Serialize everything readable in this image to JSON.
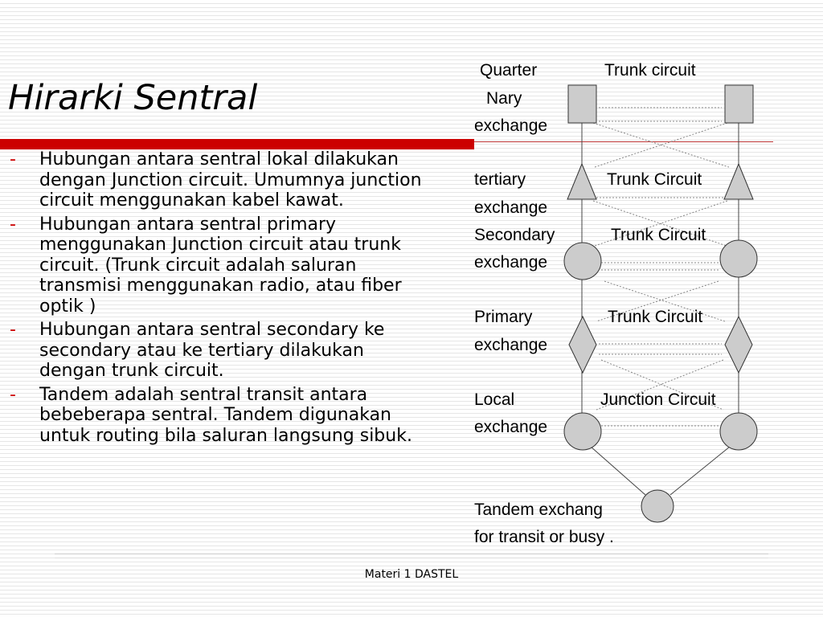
{
  "slide": {
    "title": "Hirarki Sentral",
    "footer": "Materi 1 DASTEL"
  },
  "bullets": [
    {
      "marker": "-",
      "text": "Hubungan antara sentral lokal dilakukan dengan Junction circuit.  Umumnya junction circuit menggunakan kabel kawat."
    },
    {
      "marker": "-",
      "text": "Hubungan  antara sentral primary menggunakan Junction circuit atau trunk circuit. (Trunk circuit adalah saluran transmisi menggunakan radio, atau fiber optik )"
    },
    {
      "marker": "-",
      "text": "Hubungan antara sentral secondary ke secondary  atau ke tertiary dilakukan dengan trunk circuit."
    },
    {
      "marker": "-",
      "text": "Tandem adalah sentral transit antara bebeberapa sentral. Tandem digunakan untuk routing bila saluran langsung sibuk."
    }
  ],
  "diagram": {
    "levels": {
      "quarternary": {
        "line1": "Quarter",
        "line2": "Nary",
        "line3": "exchange",
        "link": "Trunk circuit",
        "shape": "square"
      },
      "tertiary": {
        "line1": "tertiary",
        "line2": "exchange",
        "link": "Trunk Circuit",
        "shape": "triangle"
      },
      "secondary": {
        "line1": "Secondary",
        "line2": "exchange",
        "link": "Trunk Circuit",
        "shape": "circle"
      },
      "primary": {
        "line1": "Primary",
        "line2": "exchange",
        "link": "Trunk Circuit",
        "shape": "diamond"
      },
      "local": {
        "line1": "Local",
        "line2": "exchange",
        "link": "Junction Circuit",
        "shape": "circle"
      }
    },
    "tandem": {
      "line1": "Tandem exchang",
      "line2": "for transit or busy .",
      "shape": "circle"
    },
    "node_fill": "#cccccc"
  }
}
